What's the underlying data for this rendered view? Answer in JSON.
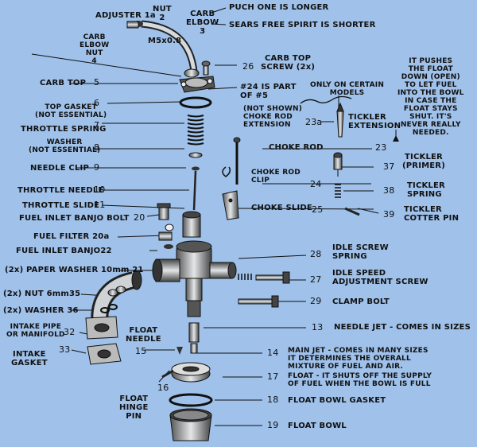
{
  "labels": {
    "adjuster": "ADJUSTER 1a",
    "nut": "NUT\n2",
    "carb_elbow": "CARB\nELBOW\n3",
    "puch_note": "PUCH ONE IS LONGER",
    "sears_note": "SEARS FREE SPIRIT IS SHORTER",
    "m5": "M5x0.8",
    "carb_elbow_nut": "CARB\nELBOW\nNUT\n4",
    "carb_top_screw": "CARB TOP\nSCREW (2x)",
    "n26": "26",
    "carb_top": "CARB TOP",
    "n5": "5",
    "part24_note": "#24 IS PART\nOF #5",
    "top_gasket": "TOP GASKET\n(NOT ESSENTIAL)",
    "n6": "6",
    "throttle_spring": "THROTTLE SPRING",
    "n7": "7",
    "washer": "WASHER\n(NOT ESSENTIAL)",
    "n8": "8",
    "needle_clip": "NEEDLE CLIP",
    "n9": "9",
    "throttle_needle": "THROTTLE NEEDLE",
    "n10": "10",
    "throttle_slide": "THROTTLE SLIDE",
    "n11": "11",
    "fuel_inlet_banjo_bolt": "FUEL INLET BANJO BOLT",
    "n20": "20",
    "fuel_filter": "FUEL FILTER 20a",
    "fuel_inlet_banjo": "FUEL INLET BANJO22",
    "paper_washer": "(2x) PAPER WASHER 10mm 21",
    "nut_6mm": "(2x) NUT 6mm35",
    "washer_36": "(2x) WASHER 36",
    "intake_pipe": "INTAKE PIPE\nOR MANIFOLD",
    "n32": "32",
    "intake_gasket": "INTAKE\nGASKET",
    "n33": "33",
    "float_needle": "FLOAT\nNEEDLE",
    "n15": "15",
    "n16": "16",
    "float_hinge_pin": "FLOAT\nHINGE\nPIN",
    "certain_models": "ONLY ON CERTAIN\nMODELS",
    "not_shown": "(NOT SHOWN)\nCHOKE ROD\nEXTENSION",
    "n23a": "23a",
    "tickler_extension": "TICKLER\nEXTENSION",
    "tickler_note": "IT PUSHES\nTHE FLOAT\nDOWN (OPEN)\nTO LET FUEL\nINTO THE BOWL\nIN CASE THE\nFLOAT STAYS\nSHUT. IT'S\nNEVER REALLY\nNEEDED.",
    "tickler_primer": "TICKLER\n(PRIMER)",
    "n37": "37",
    "choke_rod": "CHOKE ROD",
    "n23": "23",
    "choke_rod_clip": "CHOKE ROD\nCLIP",
    "n24": "24",
    "tickler_spring": "TICKLER\nSPRING",
    "n38": "38",
    "choke_slide": "CHOKE SLIDE",
    "n25": "25",
    "tickler_cotter": "TICKLER\nCOTTER PIN",
    "n39": "39",
    "idle_screw_spring": "IDLE SCREW\nSPRING",
    "n28": "28",
    "idle_speed": "IDLE SPEED\nADJUSTMENT SCREW",
    "n27": "27",
    "clamp_bolt": "CLAMP BOLT",
    "n29": "29",
    "needle_jet": "NEEDLE JET - COMES IN SIZES",
    "n13": "13",
    "main_jet": "MAIN JET - COMES IN MANY SIZES\nIT DETERMINES THE OVERALL\nMIXTURE OF FUEL AND AIR.",
    "n14": "14",
    "float": "FLOAT - IT SHUTS OFF THE SUPPLY\nOF FUEL WHEN THE BOWL IS FULL",
    "n17": "17",
    "float_bowl_gasket": "FLOAT BOWL GASKET",
    "n18": "18",
    "float_bowl": "FLOAT BOWL",
    "n19": "19"
  },
  "colors": {
    "background": "#9fc1ea",
    "ink": "#111111",
    "part_fill": "#cfd2d6",
    "part_dark": "#3a3a3a"
  }
}
